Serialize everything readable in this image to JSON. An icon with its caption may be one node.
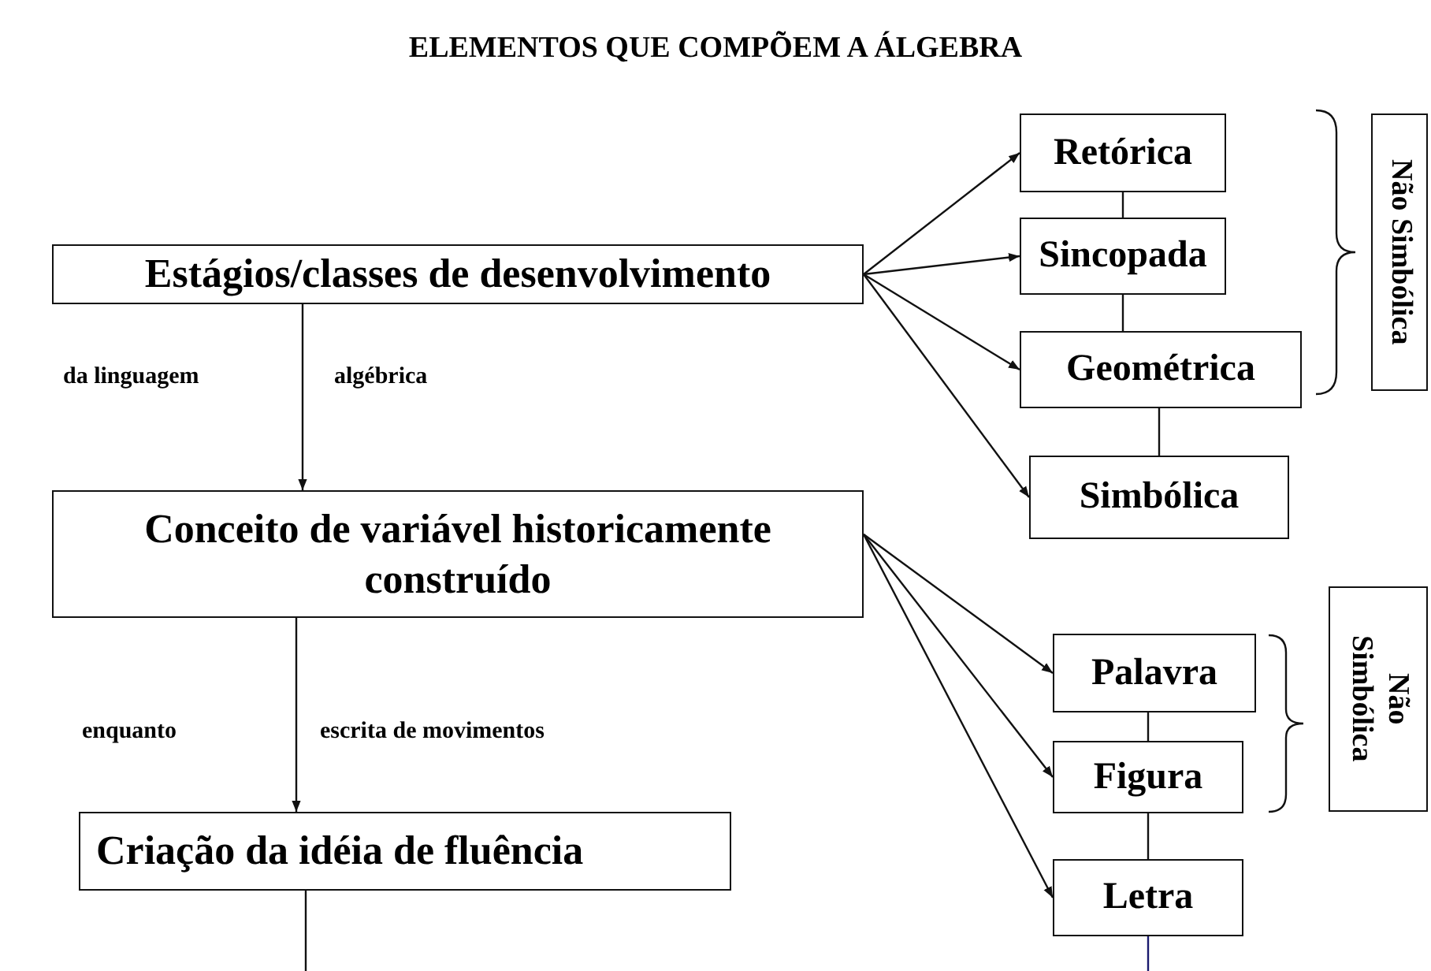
{
  "diagram": {
    "title": "ELEMENTOS QUE COMPÕEM A ÁLGEBRA",
    "nodes": [
      {
        "text": [
          "Estágios/classes de desenvolvimento"
        ]
      },
      {
        "text": [
          "Conceito de variável historicamente construído"
        ]
      },
      {
        "text": [
          "Criação da idéia de fluência"
        ]
      },
      {
        "text": [
          "Retórica"
        ]
      },
      {
        "text": [
          "Sincopada"
        ]
      },
      {
        "text": [
          "Geométrica"
        ]
      },
      {
        "text": [
          "Simbólica"
        ]
      },
      {
        "text": [
          "Não Simbólica"
        ]
      },
      {
        "text": [
          "Palavra"
        ]
      },
      {
        "text": [
          "Figura"
        ]
      },
      {
        "text": [
          "Letra"
        ]
      },
      {
        "text": [
          "Não Simbólica"
        ]
      }
    ],
    "edges": [
      {
        "from": 0,
        "to": 3,
        "arrow": "to"
      },
      {
        "from": 0,
        "to": 4,
        "arrow": "to"
      },
      {
        "from": 0,
        "to": 5,
        "arrow": "to"
      },
      {
        "from": 0,
        "to": 6,
        "arrow": "to"
      },
      {
        "from": 3,
        "to": 4,
        "arrow": "none"
      },
      {
        "from": 4,
        "to": 5,
        "arrow": "none"
      },
      {
        "from": 5,
        "to": 6,
        "arrow": "none"
      },
      {
        "from": 0,
        "to": 1,
        "arrow": "to"
      },
      {
        "from": 1,
        "to": 2,
        "arrow": "to"
      },
      {
        "from": 1,
        "to": 8,
        "arrow": "to"
      },
      {
        "from": 1,
        "to": 9,
        "arrow": "to"
      },
      {
        "from": 1,
        "to": 10,
        "arrow": "to"
      },
      {
        "from": 8,
        "to": 9,
        "arrow": "none"
      },
      {
        "from": 9,
        "to": 10,
        "arrow": "none"
      },
      {
        "from": 2,
        "to": null,
        "arrow": "none"
      },
      {
        "from": 10,
        "to": null,
        "arrow": "none",
        "color": "#1a1a6e"
      }
    ],
    "labels": [
      "da linguagem",
      "algébrica",
      "enquanto",
      "escrita de movimentos"
    ]
  }
}
